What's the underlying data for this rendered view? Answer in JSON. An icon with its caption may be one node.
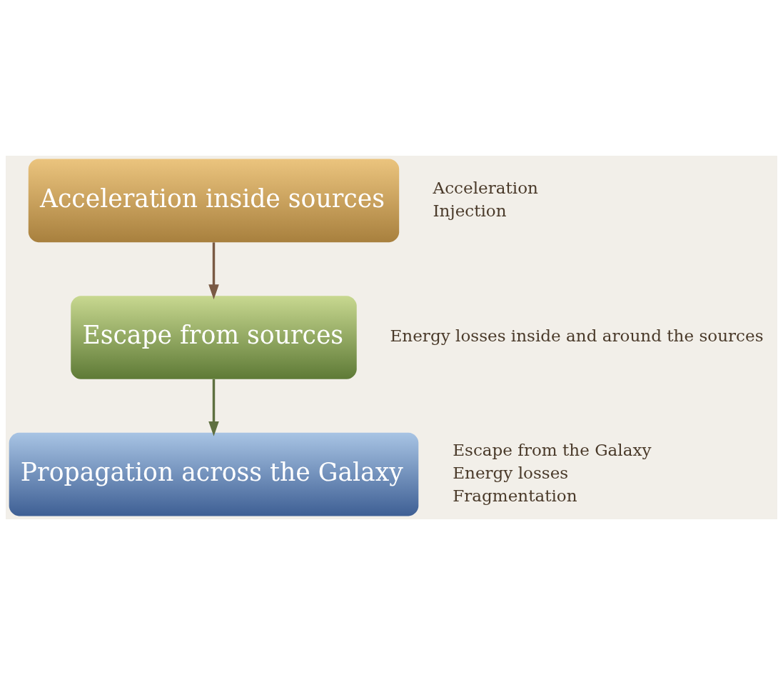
{
  "diagram": {
    "nodes": [
      {
        "text": [
          "Acceleration inside sources"
        ],
        "beside": [
          "Acceleration",
          "Injection"
        ]
      },
      {
        "text": [
          "Escape from sources"
        ],
        "beside": [
          "Energy losses inside and around the sources"
        ]
      },
      {
        "text": [
          "Propagation across the Galaxy"
        ],
        "beside": [
          "Escape from the Galaxy",
          "Energy losses",
          "Fragmentation"
        ]
      }
    ],
    "edges": [
      {
        "from": 0,
        "to": 1,
        "arrow": "to",
        "color": "#7a5a44"
      },
      {
        "from": 1,
        "to": 2,
        "arrow": "to",
        "color": "#5f7040"
      }
    ]
  }
}
